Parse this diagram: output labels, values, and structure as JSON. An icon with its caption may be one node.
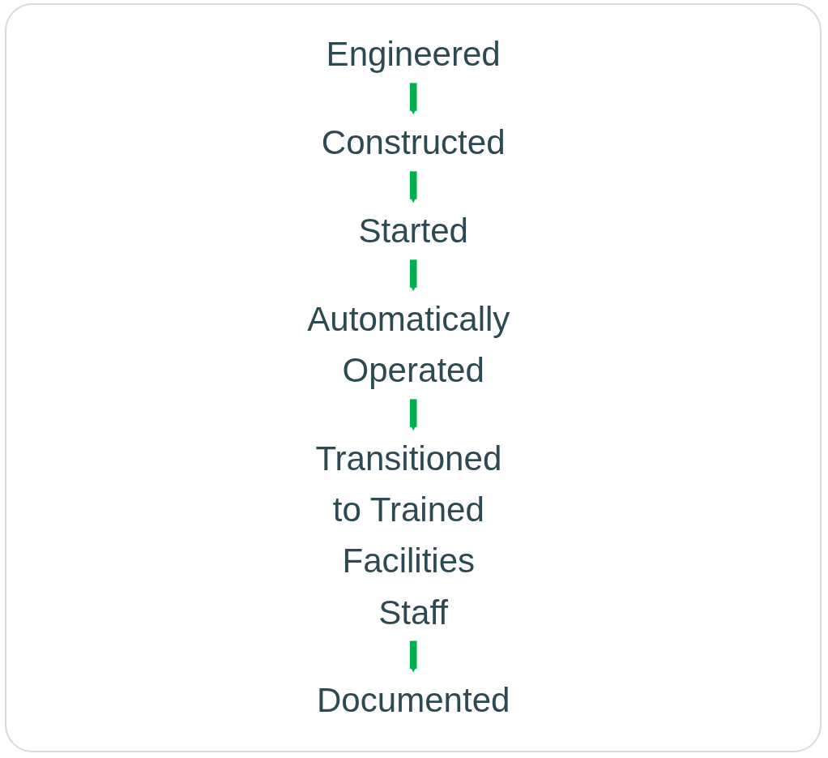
{
  "diagram": {
    "nodes": [
      {
        "text": [
          "Engineered"
        ]
      },
      {
        "text": [
          "Constructed"
        ]
      },
      {
        "text": [
          "Started"
        ]
      },
      {
        "text": [
          "Automatically Operated"
        ]
      },
      {
        "text": [
          "Transitioned to Trained Facilities Staff"
        ]
      },
      {
        "text": [
          "Documented"
        ]
      }
    ],
    "edges": [
      {
        "from": 0,
        "to": 1,
        "arrow": "to"
      },
      {
        "from": 1,
        "to": 2,
        "arrow": "to"
      },
      {
        "from": 2,
        "to": 3,
        "arrow": "to"
      },
      {
        "from": 3,
        "to": 4,
        "arrow": "to"
      },
      {
        "from": 4,
        "to": 5,
        "arrow": "to"
      }
    ]
  }
}
